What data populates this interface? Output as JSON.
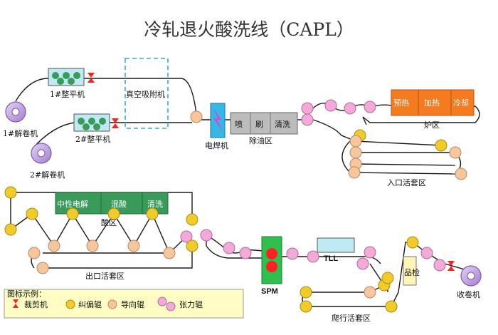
{
  "title": "冷轧退火酸洗线（CAPL）",
  "colors": {
    "line": "#1a1a1a",
    "yellow": "#f0cc2a",
    "peach": "#f6c69c",
    "pink": "#f4a9d9",
    "reel": "#c9a8e6",
    "green": "#3a9a5a",
    "orange": "#f47b20",
    "gray": "#bcbcbc",
    "cyan": "#bfe9f3",
    "red": "#ff2020",
    "legend_bg": "#fffdc4"
  },
  "labels": {
    "uncoiler1": "1#解卷机",
    "uncoiler2": "2#解卷机",
    "leveler1": "1#整平机",
    "leveler2": "2#整平机",
    "vacuum": "真空吸附机",
    "welder": "电焊机",
    "degreasing": "除油区",
    "furnace": "炉区",
    "entry_loop": "入口活套区",
    "acid": "酸区",
    "exit_loop": "出口活套区",
    "spm": "SPM",
    "tll": "TLL",
    "crawl_loop": "爬行活套区",
    "inspection": "品检",
    "recoiler": "收卷机"
  },
  "degrease_cells": [
    "喷",
    "刷",
    "清洗"
  ],
  "furnace_cells": [
    "预热",
    "加热",
    "冷却"
  ],
  "acid_cells": [
    "中性电解",
    "混酸",
    "清洗"
  ],
  "legend": {
    "title": "图标示例：",
    "items": [
      "裁剪机",
      "纠偏辊",
      "导向辊",
      "张力辊"
    ]
  }
}
